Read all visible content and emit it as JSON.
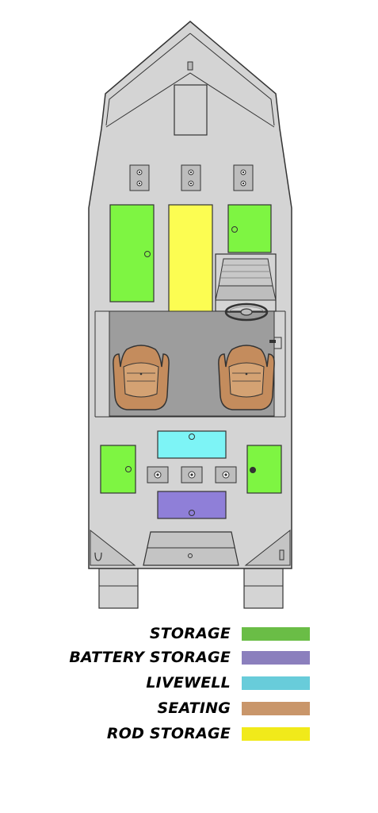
{
  "colors": {
    "storage": "#7ef542",
    "battery_storage": "#8f7fd8",
    "livewell": "#7df4f6",
    "seating": "#c48c5d",
    "rod_storage": "#fcfd52",
    "hull": "#d4d4d4",
    "outline": "#333333",
    "cockpit": "#9d9d9d"
  },
  "legend": [
    {
      "label": "STORAGE",
      "color": "#6abd46"
    },
    {
      "label": "BATTERY STORAGE",
      "color": "#8b7fbd"
    },
    {
      "label": "LIVEWELL",
      "color": "#68ccda"
    },
    {
      "label": "SEATING",
      "color": "#c9966a"
    },
    {
      "label": "ROD STORAGE",
      "color": "#f1ea1a"
    }
  ]
}
